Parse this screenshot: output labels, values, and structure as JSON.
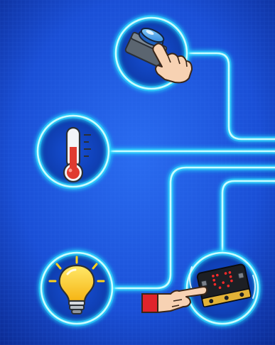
{
  "colors": {
    "background_center": "#1f5fe6",
    "background_edge": "#0a2a8f",
    "neon_line": "#7ff3ff",
    "neon_glow": "#2fd8ff",
    "circle_fill": "#0e3fb8"
  },
  "nodes": [
    {
      "id": "push-button-node",
      "icon": "push-button-with-hand-icon"
    },
    {
      "id": "thermometer-node",
      "icon": "thermometer-icon"
    },
    {
      "id": "light-bulb-node",
      "icon": "light-bulb-icon"
    },
    {
      "id": "microbit-node",
      "icon": "microbit-board-with-hand-icon"
    }
  ]
}
